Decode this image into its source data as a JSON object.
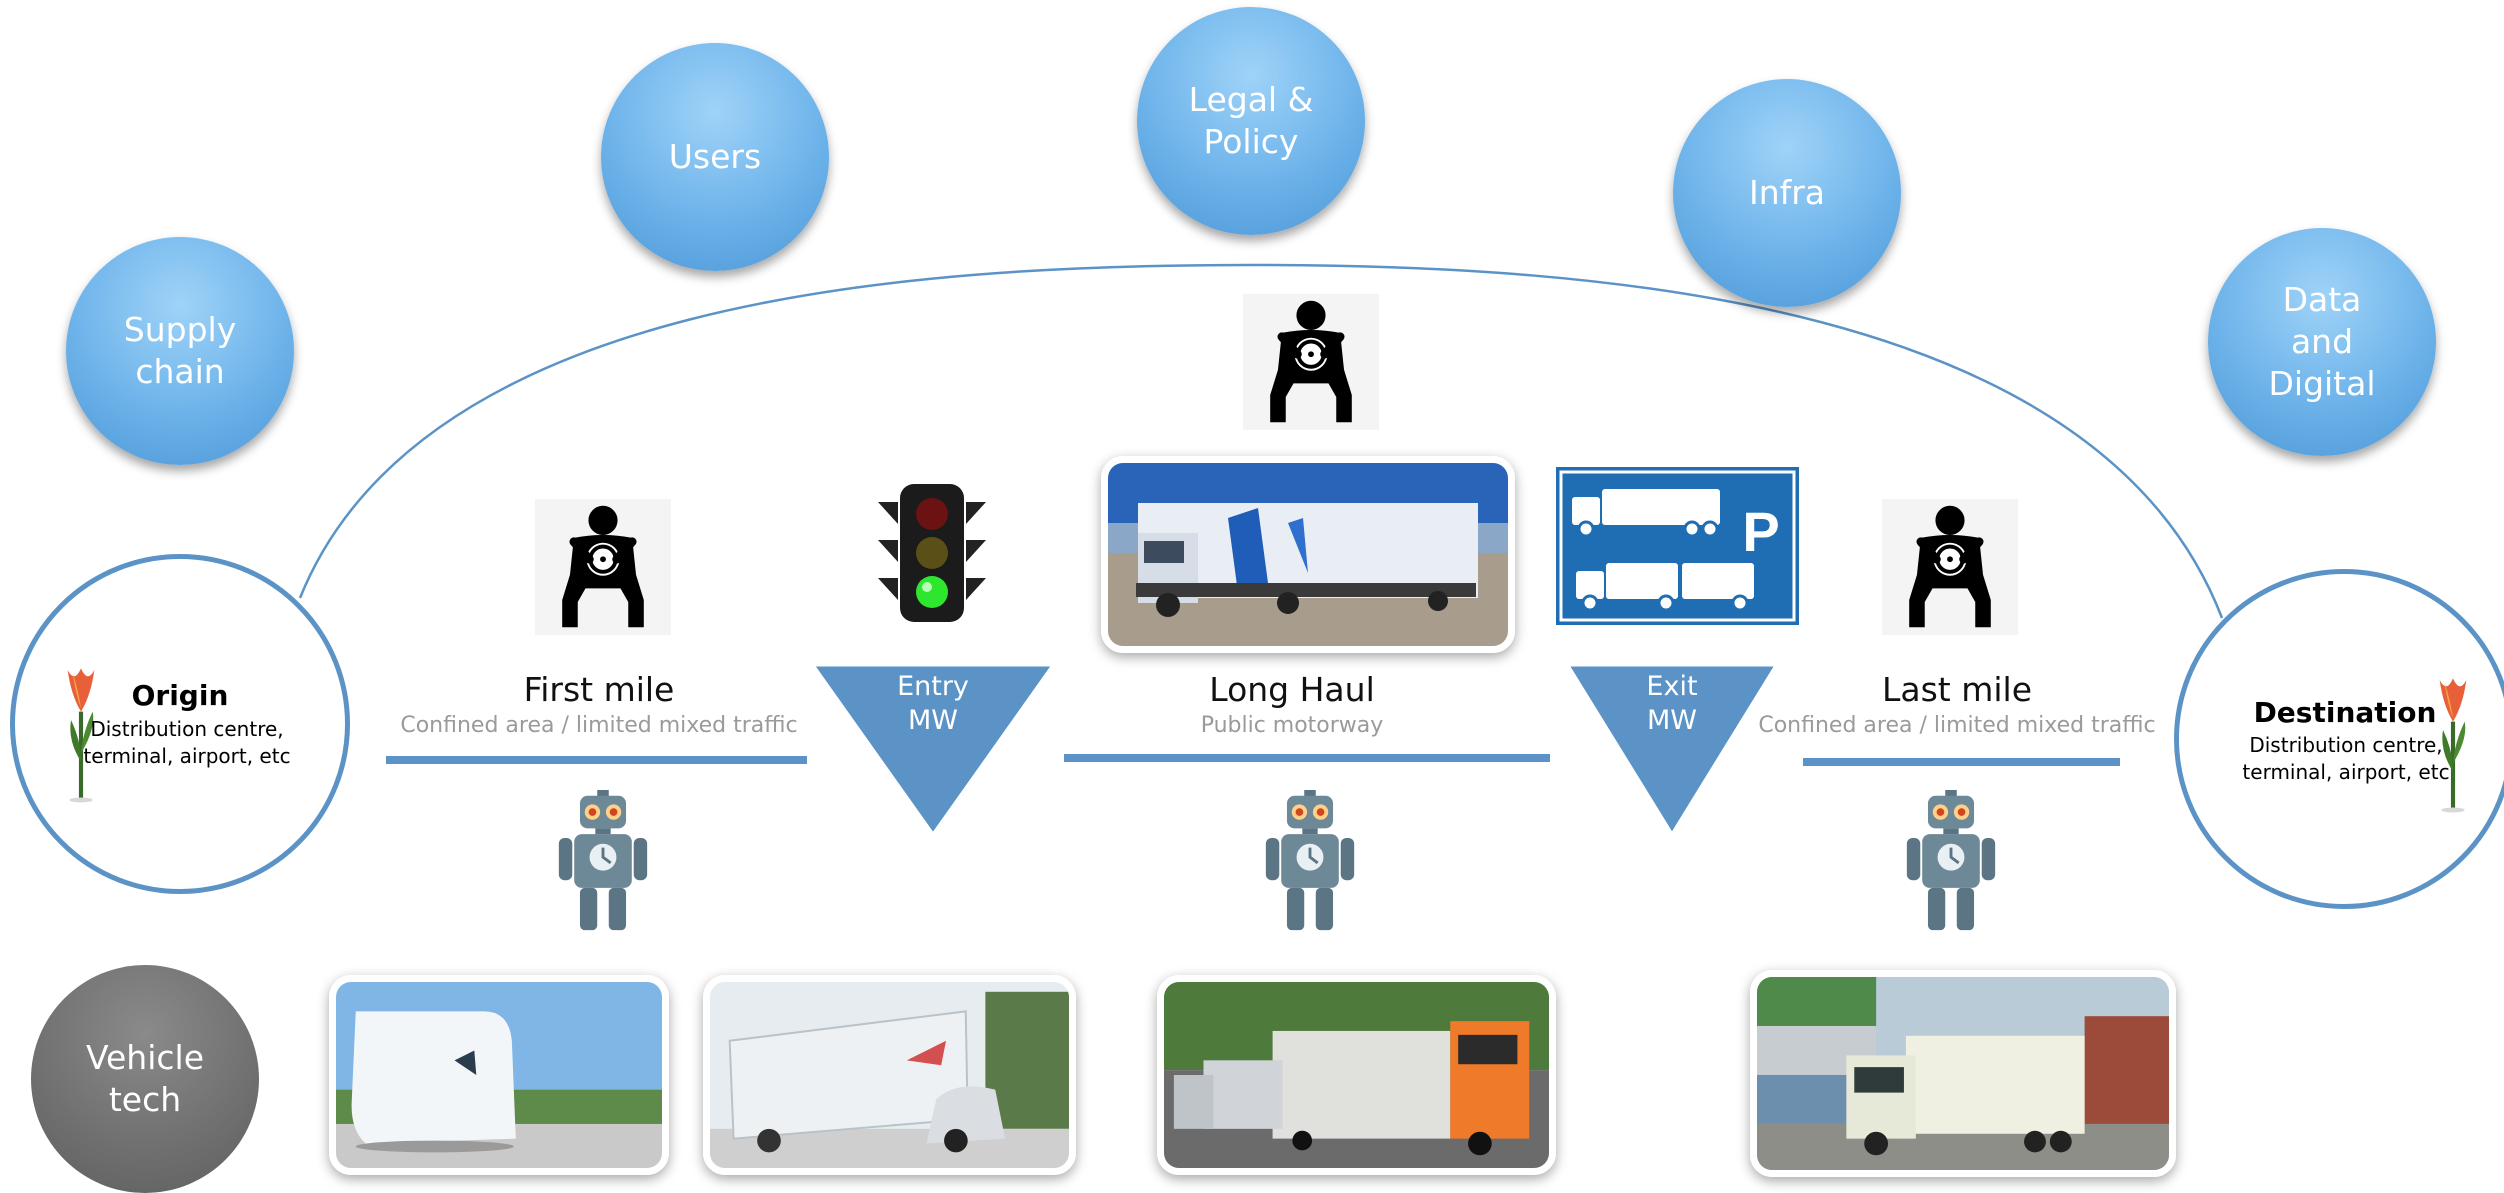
{
  "stakeholders": [
    {
      "id": "supply-chain",
      "label": "Supply\nchain"
    },
    {
      "id": "users",
      "label": "Users"
    },
    {
      "id": "legal-policy",
      "label": "Legal &\nPolicy"
    },
    {
      "id": "infra",
      "label": "Infra"
    },
    {
      "id": "data-digital",
      "label": "Data\nand\nDigital"
    }
  ],
  "vehicle_tech": {
    "label": "Vehicle\ntech"
  },
  "origin": {
    "title": "Origin",
    "subtitle": "Distribution centre,\nterminal, airport, etc"
  },
  "destination": {
    "title": "Destination",
    "subtitle": "Distribution centre,\nterminal, airport, etc"
  },
  "segments": {
    "first_mile": {
      "title": "First mile",
      "subtitle": "Confined area / limited mixed traffic"
    },
    "long_haul": {
      "title": "Long Haul",
      "subtitle": "Public motorway"
    },
    "last_mile": {
      "title": "Last mile",
      "subtitle": "Confined area / limited mixed traffic"
    }
  },
  "transitions": {
    "entry": {
      "label": "Entry\nMW"
    },
    "exit": {
      "label": "Exit\nMW"
    }
  },
  "icons": [
    "driver-icon",
    "robot-icon",
    "traffic-light-icon",
    "truck-parking-sign-icon",
    "tulip-icon"
  ],
  "colors": {
    "accent_blue": "#5b93c7",
    "bubble_blue": "#6db3ea",
    "vehicle_gray": "#6f6f6f",
    "parking_blue": "#1f6db3"
  }
}
